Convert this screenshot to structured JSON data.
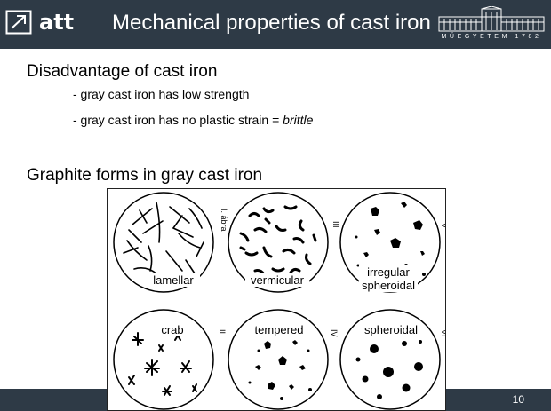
{
  "header": {
    "logo_text": "att",
    "title": "Mechanical properties of cast iron",
    "university_motto": "MŰEGYETEM 1782"
  },
  "section1": {
    "heading": "Disadvantage of cast iron",
    "bullets": [
      {
        "text": "- gray cast iron has low strength"
      },
      {
        "text": "- gray cast iron has no plastic strain = ",
        "emphasis": "brittle"
      }
    ]
  },
  "section2": {
    "heading": "Graphite forms in gray cast iron"
  },
  "figure": {
    "roman_numerals": [
      "I. ábra",
      "III",
      "V",
      "II",
      "IV",
      "VI"
    ],
    "panels": [
      {
        "label": "lamellar"
      },
      {
        "label": "vermicular"
      },
      {
        "label": "irregular spheroidal"
      },
      {
        "label": "crab"
      },
      {
        "label": "tempered"
      },
      {
        "label": "spheroidal"
      }
    ]
  },
  "footer": {
    "page_number": "10"
  }
}
